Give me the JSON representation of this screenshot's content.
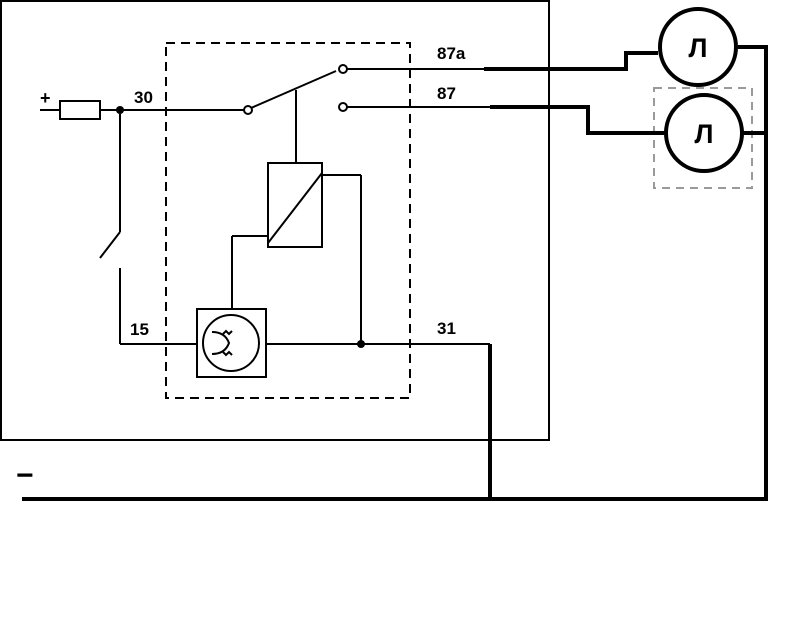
{
  "terminals": {
    "t30": "30",
    "t15": "15",
    "t31": "31",
    "t87": "87",
    "t87a": "87a"
  },
  "polarity": {
    "plus": "+",
    "minus": "−"
  },
  "lamps": {
    "lamp1": "Л",
    "lamp2": "Л"
  }
}
